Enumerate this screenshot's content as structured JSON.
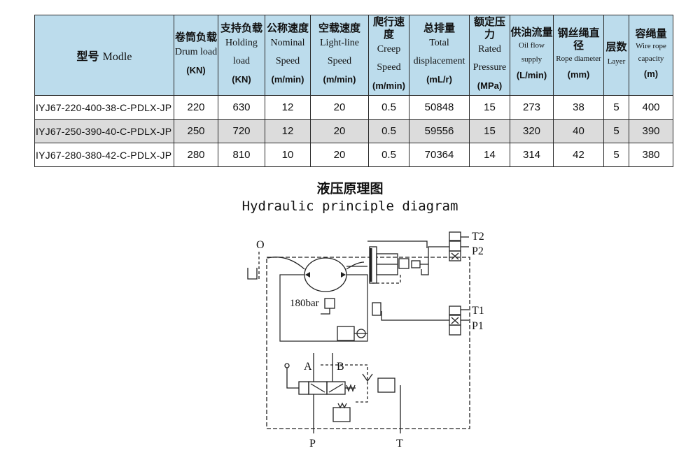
{
  "table": {
    "headers": [
      {
        "zh": "型号",
        "en": "Modle",
        "unit": ""
      },
      {
        "zh": "卷筒负载",
        "en": "Drum load",
        "unit": "(KN)"
      },
      {
        "zh": "支持负载",
        "en": "Holding load",
        "unit": "(KN)"
      },
      {
        "zh": "公称速度",
        "en": "Nominal Speed",
        "unit": "(m/min)"
      },
      {
        "zh": "空载速度",
        "en": "Light-line Speed",
        "unit": "(m/min)"
      },
      {
        "zh": "爬行速度",
        "en": "Creep Speed",
        "unit": "(m/min)"
      },
      {
        "zh": "总排量",
        "en": "Total displacement",
        "unit": "(mL/r)"
      },
      {
        "zh": "额定压力",
        "en": "Rated Pressure",
        "unit": "(MPa)"
      },
      {
        "zh": "供油流量",
        "en": "Oil flow supply",
        "unit": "(L/min)"
      },
      {
        "zh": "钢丝绳直径",
        "en": "Rope diameter",
        "unit": "(mm)"
      },
      {
        "zh": "层数",
        "en": "Layer",
        "unit": ""
      },
      {
        "zh": "容绳量",
        "en": "Wire rope capacity",
        "unit": "(m)"
      }
    ],
    "rows": [
      [
        "IYJ67-220-400-38-C-PDLX-JP",
        "220",
        "630",
        "12",
        "20",
        "0.5",
        "50848",
        "15",
        "273",
        "38",
        "5",
        "400"
      ],
      [
        "IYJ67-250-390-40-C-PDLX-JP",
        "250",
        "720",
        "12",
        "20",
        "0.5",
        "59556",
        "15",
        "320",
        "40",
        "5",
        "390"
      ],
      [
        "IYJ67-280-380-42-C-PDLX-JP",
        "280",
        "810",
        "10",
        "20",
        "0.5",
        "70364",
        "14",
        "314",
        "42",
        "5",
        "380"
      ]
    ]
  },
  "diagram": {
    "title_zh": "液压原理图",
    "title_en": "Hydraulic principle diagram",
    "labels": {
      "o": "O",
      "t2": "T2",
      "p2": "P2",
      "t1": "T1",
      "p1": "P1",
      "bar": "180bar",
      "a": "A",
      "b": "B",
      "p": "P",
      "t": "T"
    }
  }
}
